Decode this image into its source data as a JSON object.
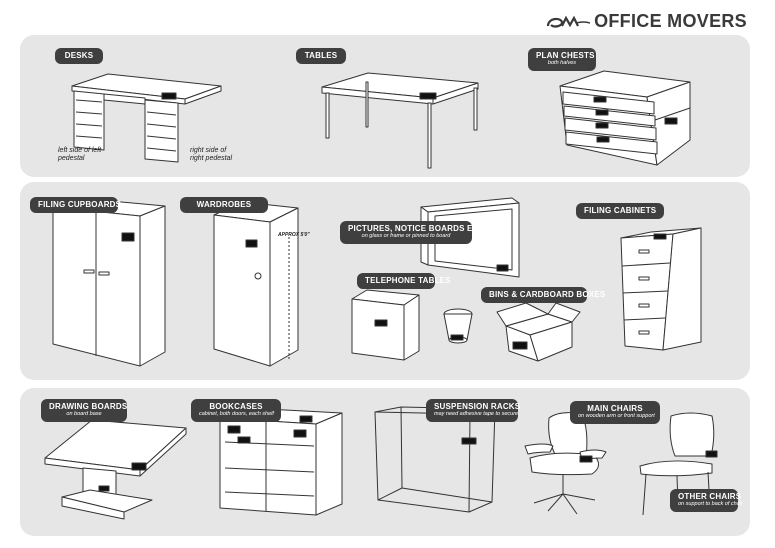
{
  "brand": {
    "logo_icon": "om-logo-icon",
    "name": "OFFICE MOVERS"
  },
  "items": {
    "desks": {
      "title": "DESKS"
    },
    "desk_left_note": "left side of left pedestal",
    "desk_right_note": "right side of right pedestal",
    "tables": {
      "title": "TABLES"
    },
    "plan_chests": {
      "title": "PLAN CHESTS",
      "sub": "both halves"
    },
    "filing_cupboards": {
      "title": "FILING CUPBOARDS"
    },
    "wardrobes": {
      "title": "WARDROBES"
    },
    "wardrobe_note": "APPROX 5'0\"",
    "pictures": {
      "title": "PICTURES, NOTICE BOARDS ETC.",
      "sub": "on glass or frame or pinned to board"
    },
    "filing_cabinets": {
      "title": "FILING CABINETS"
    },
    "telephone_tables": {
      "title": "TELEPHONE TABLES"
    },
    "bins": {
      "title": "BINS & CARDBOARD BOXES"
    },
    "drawing_boards": {
      "title": "DRAWING BOARDS",
      "sub": "on board base"
    },
    "bookcases": {
      "title": "BOOKCASES",
      "sub": "cabinet, both doors, each shelf"
    },
    "suspension_racks": {
      "title": "SUSPENSION RACKS",
      "sub": "may need adhesive tape to secure"
    },
    "main_chairs": {
      "title": "MAIN CHAIRS",
      "sub": "on wooden arm or front support"
    },
    "other_chairs": {
      "title": "OTHER CHAIRS",
      "sub": "on support to back of chair"
    }
  }
}
